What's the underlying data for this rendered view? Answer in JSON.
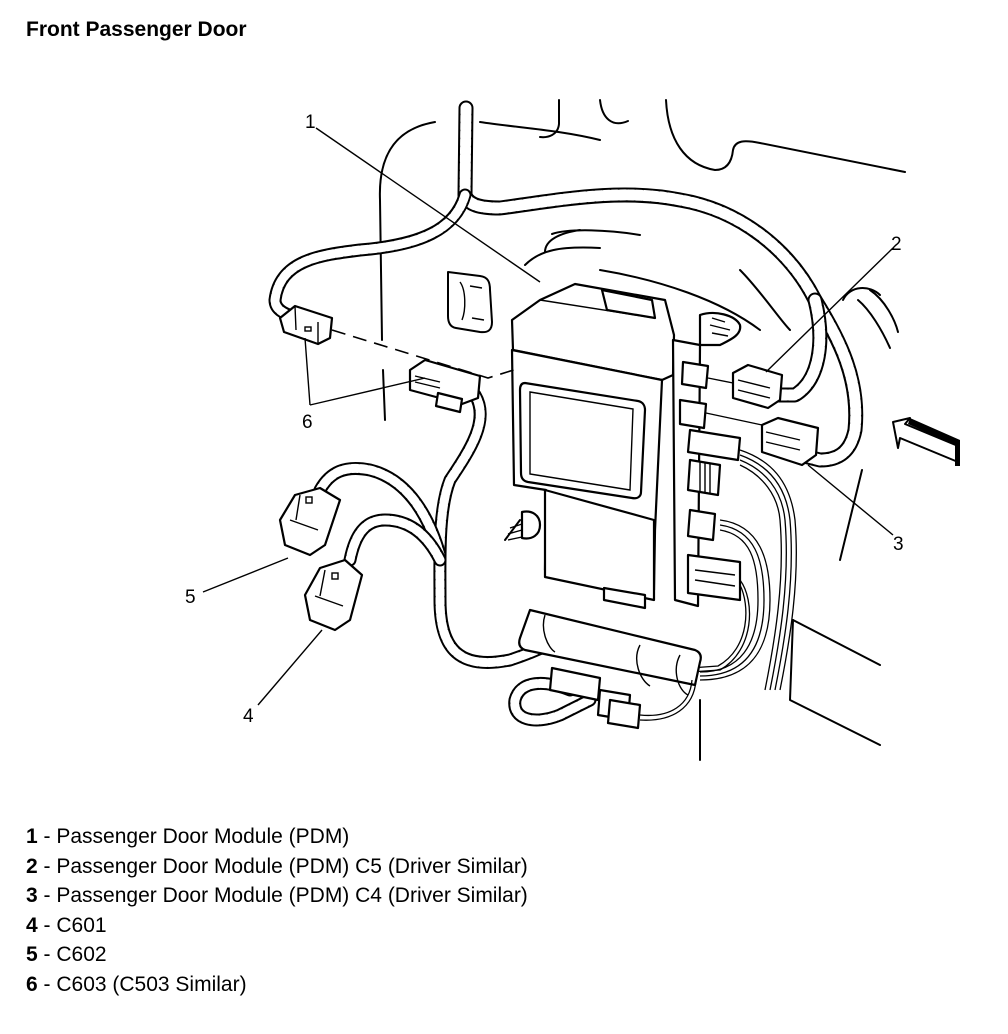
{
  "title": "Front Passenger Door",
  "callouts": [
    {
      "id": "1",
      "label": "1"
    },
    {
      "id": "2",
      "label": "2"
    },
    {
      "id": "3",
      "label": "3"
    },
    {
      "id": "4",
      "label": "4"
    },
    {
      "id": "5",
      "label": "5"
    },
    {
      "id": "6",
      "label": "6"
    }
  ],
  "legend": [
    {
      "num": "1",
      "sep": " - ",
      "text": "Passenger Door Module (PDM)"
    },
    {
      "num": "2",
      "sep": " - ",
      "text": "Passenger Door Module (PDM) C5 (Driver Similar)"
    },
    {
      "num": "3",
      "sep": " - ",
      "text": "Passenger Door Module (PDM) C4 (Driver Similar)"
    },
    {
      "num": "4",
      "sep": " - ",
      "text": "C601"
    },
    {
      "num": "5",
      "sep": " - ",
      "text": "C602"
    },
    {
      "num": "6",
      "sep": " - ",
      "text": "C603 (C503 Similar)"
    }
  ],
  "icons": {
    "view_arrow": "view-direction-arrow"
  }
}
